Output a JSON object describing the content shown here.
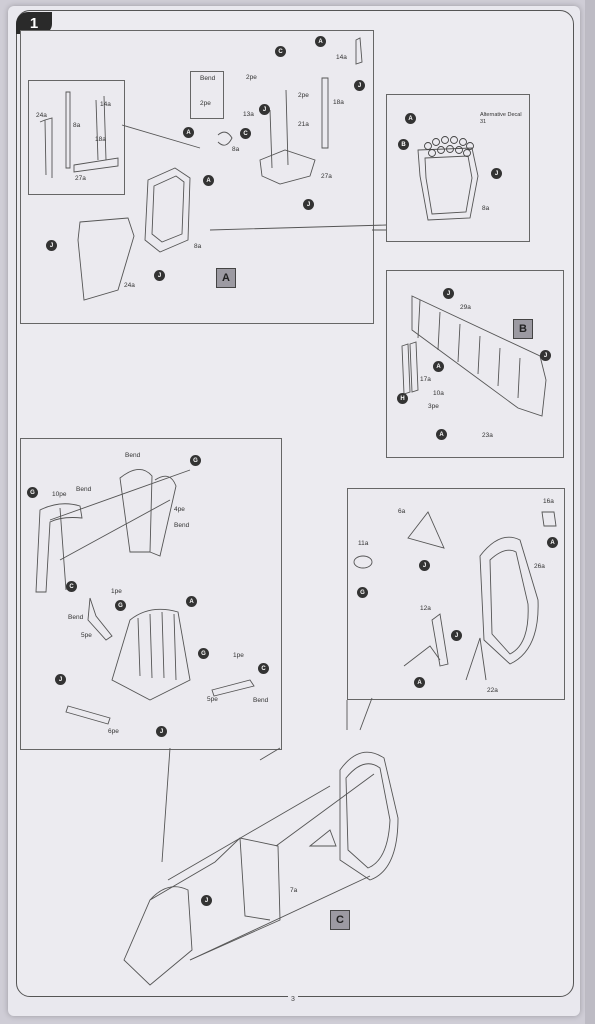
{
  "step": {
    "number": "1"
  },
  "panel_a": {
    "badge": "A",
    "inset_bend": {
      "title": "Bend",
      "part": "2pe"
    },
    "labels": {
      "p24a": "24a",
      "p8a_left": "8a",
      "p14a_left": "14a",
      "p18a_left": "18a",
      "p27a_left": "27a",
      "p2pe_a": "2pe",
      "p2pe_b": "2pe",
      "p13a": "13a",
      "p21a": "21a",
      "p14a": "14a",
      "p18a": "18a",
      "p8a_center": "8a",
      "p27a": "27a",
      "p8a_bottom": "8a",
      "p24a_bottom": "24a"
    }
  },
  "panel_decal": {
    "alt_decal": "Alternative Decal 31",
    "label_8a": "8a"
  },
  "panel_b": {
    "badge": "B",
    "labels": {
      "p29a": "29a",
      "p17a": "17a",
      "p10a": "10a",
      "p3pe": "3pe",
      "p23a": "23a"
    }
  },
  "panel_seat": {
    "labels": {
      "bend_top": "Bend",
      "p10pe": "10pe",
      "bend_left": "Bend",
      "p4pe": "4pe",
      "bend_right": "Bend",
      "p1pe_left": "1pe",
      "bend_left2": "Bend",
      "p5pe_left": "5pe",
      "p1pe_right": "1pe",
      "p5pe_right": "5pe",
      "bend_right2": "Bend",
      "p6pe": "6pe"
    }
  },
  "panel_frame": {
    "labels": {
      "p6a": "6a",
      "p16a": "16a",
      "p11a": "11a",
      "p26a": "26a",
      "p12a": "12a",
      "p22a": "22a"
    }
  },
  "assembly": {
    "badge": "C",
    "label_7a": "7a"
  },
  "callouts": {
    "a": "A",
    "c": "C",
    "g": "G",
    "h": "H",
    "j": "J",
    "b": "B"
  },
  "footer": {
    "page_number": "3"
  }
}
